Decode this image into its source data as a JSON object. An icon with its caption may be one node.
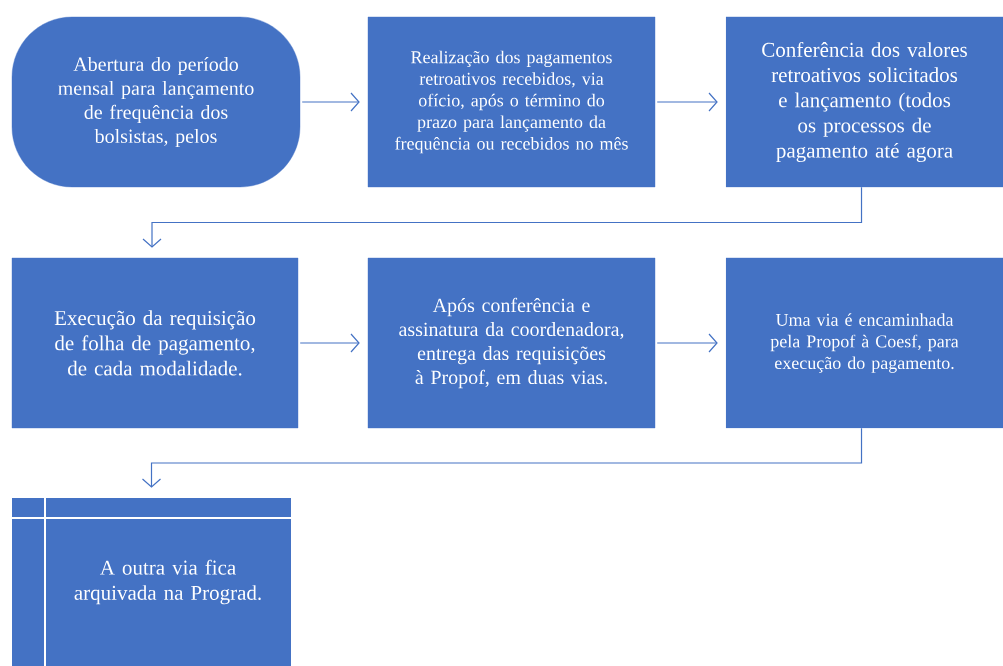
{
  "diagram": {
    "nodes": [
      {
        "text": [
          "Abertura do período mensal para lançamento de frequência dos bolsistas, pelos"
        ]
      },
      {
        "text": [
          "Realização dos pagamentos retroativos recebidos, via ofício, após o término do prazo para lançamento da frequência ou recebidos no mês"
        ]
      },
      {
        "text": [
          "Conferência dos valores retroativos solicitados e lançamento (todos os processos de pagamento até agora"
        ]
      },
      {
        "text": [
          "Execução da requisição de folha de pagamento, de cada modalidade."
        ]
      },
      {
        "text": [
          "Após conferência e assinatura da coordenadora, entrega das requisições à Propof, em duas vias."
        ]
      },
      {
        "text": [
          "Uma via é encaminhada pela Propof à Coesf, para execução do pagamento."
        ]
      },
      {
        "text": [
          "A outra via fica arquivada na Prograd."
        ]
      }
    ],
    "edges": [
      {
        "from": 0,
        "to": 1,
        "arrow": "to"
      },
      {
        "from": 1,
        "to": 2,
        "arrow": "to"
      },
      {
        "from": 2,
        "to": 3,
        "arrow": "to"
      },
      {
        "from": 3,
        "to": 4,
        "arrow": "to"
      },
      {
        "from": 4,
        "to": 5,
        "arrow": "to"
      },
      {
        "from": 5,
        "to": 6,
        "arrow": "to"
      }
    ]
  }
}
